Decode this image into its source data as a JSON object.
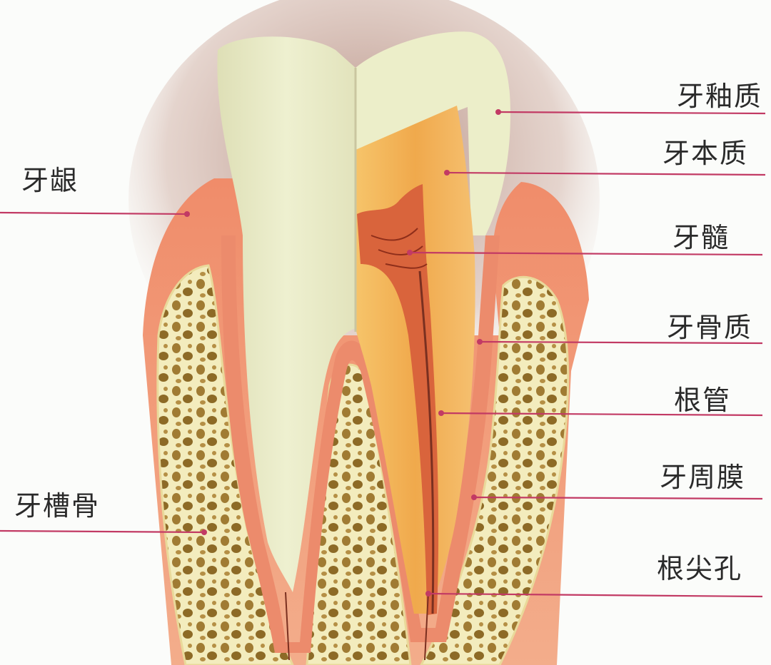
{
  "diagram": {
    "labels": {
      "enamel": "牙釉质",
      "dentin": "牙本质",
      "gum": "牙龈",
      "pulp": "牙髓",
      "cementum": "牙骨质",
      "root_canal": "根管",
      "periodontal_membrane": "牙周膜",
      "alveolar_bone": "牙槽骨",
      "apical_foramen": "根尖孔"
    },
    "colors": {
      "leader_line": "#c23a64",
      "enamel": "#e7e8c4",
      "dentin": "#f2b25a",
      "pulp": "#d8643c",
      "gum": "#ef9a78",
      "bone": "#f3ecbd",
      "bone_pores": "#9c7a30"
    }
  }
}
